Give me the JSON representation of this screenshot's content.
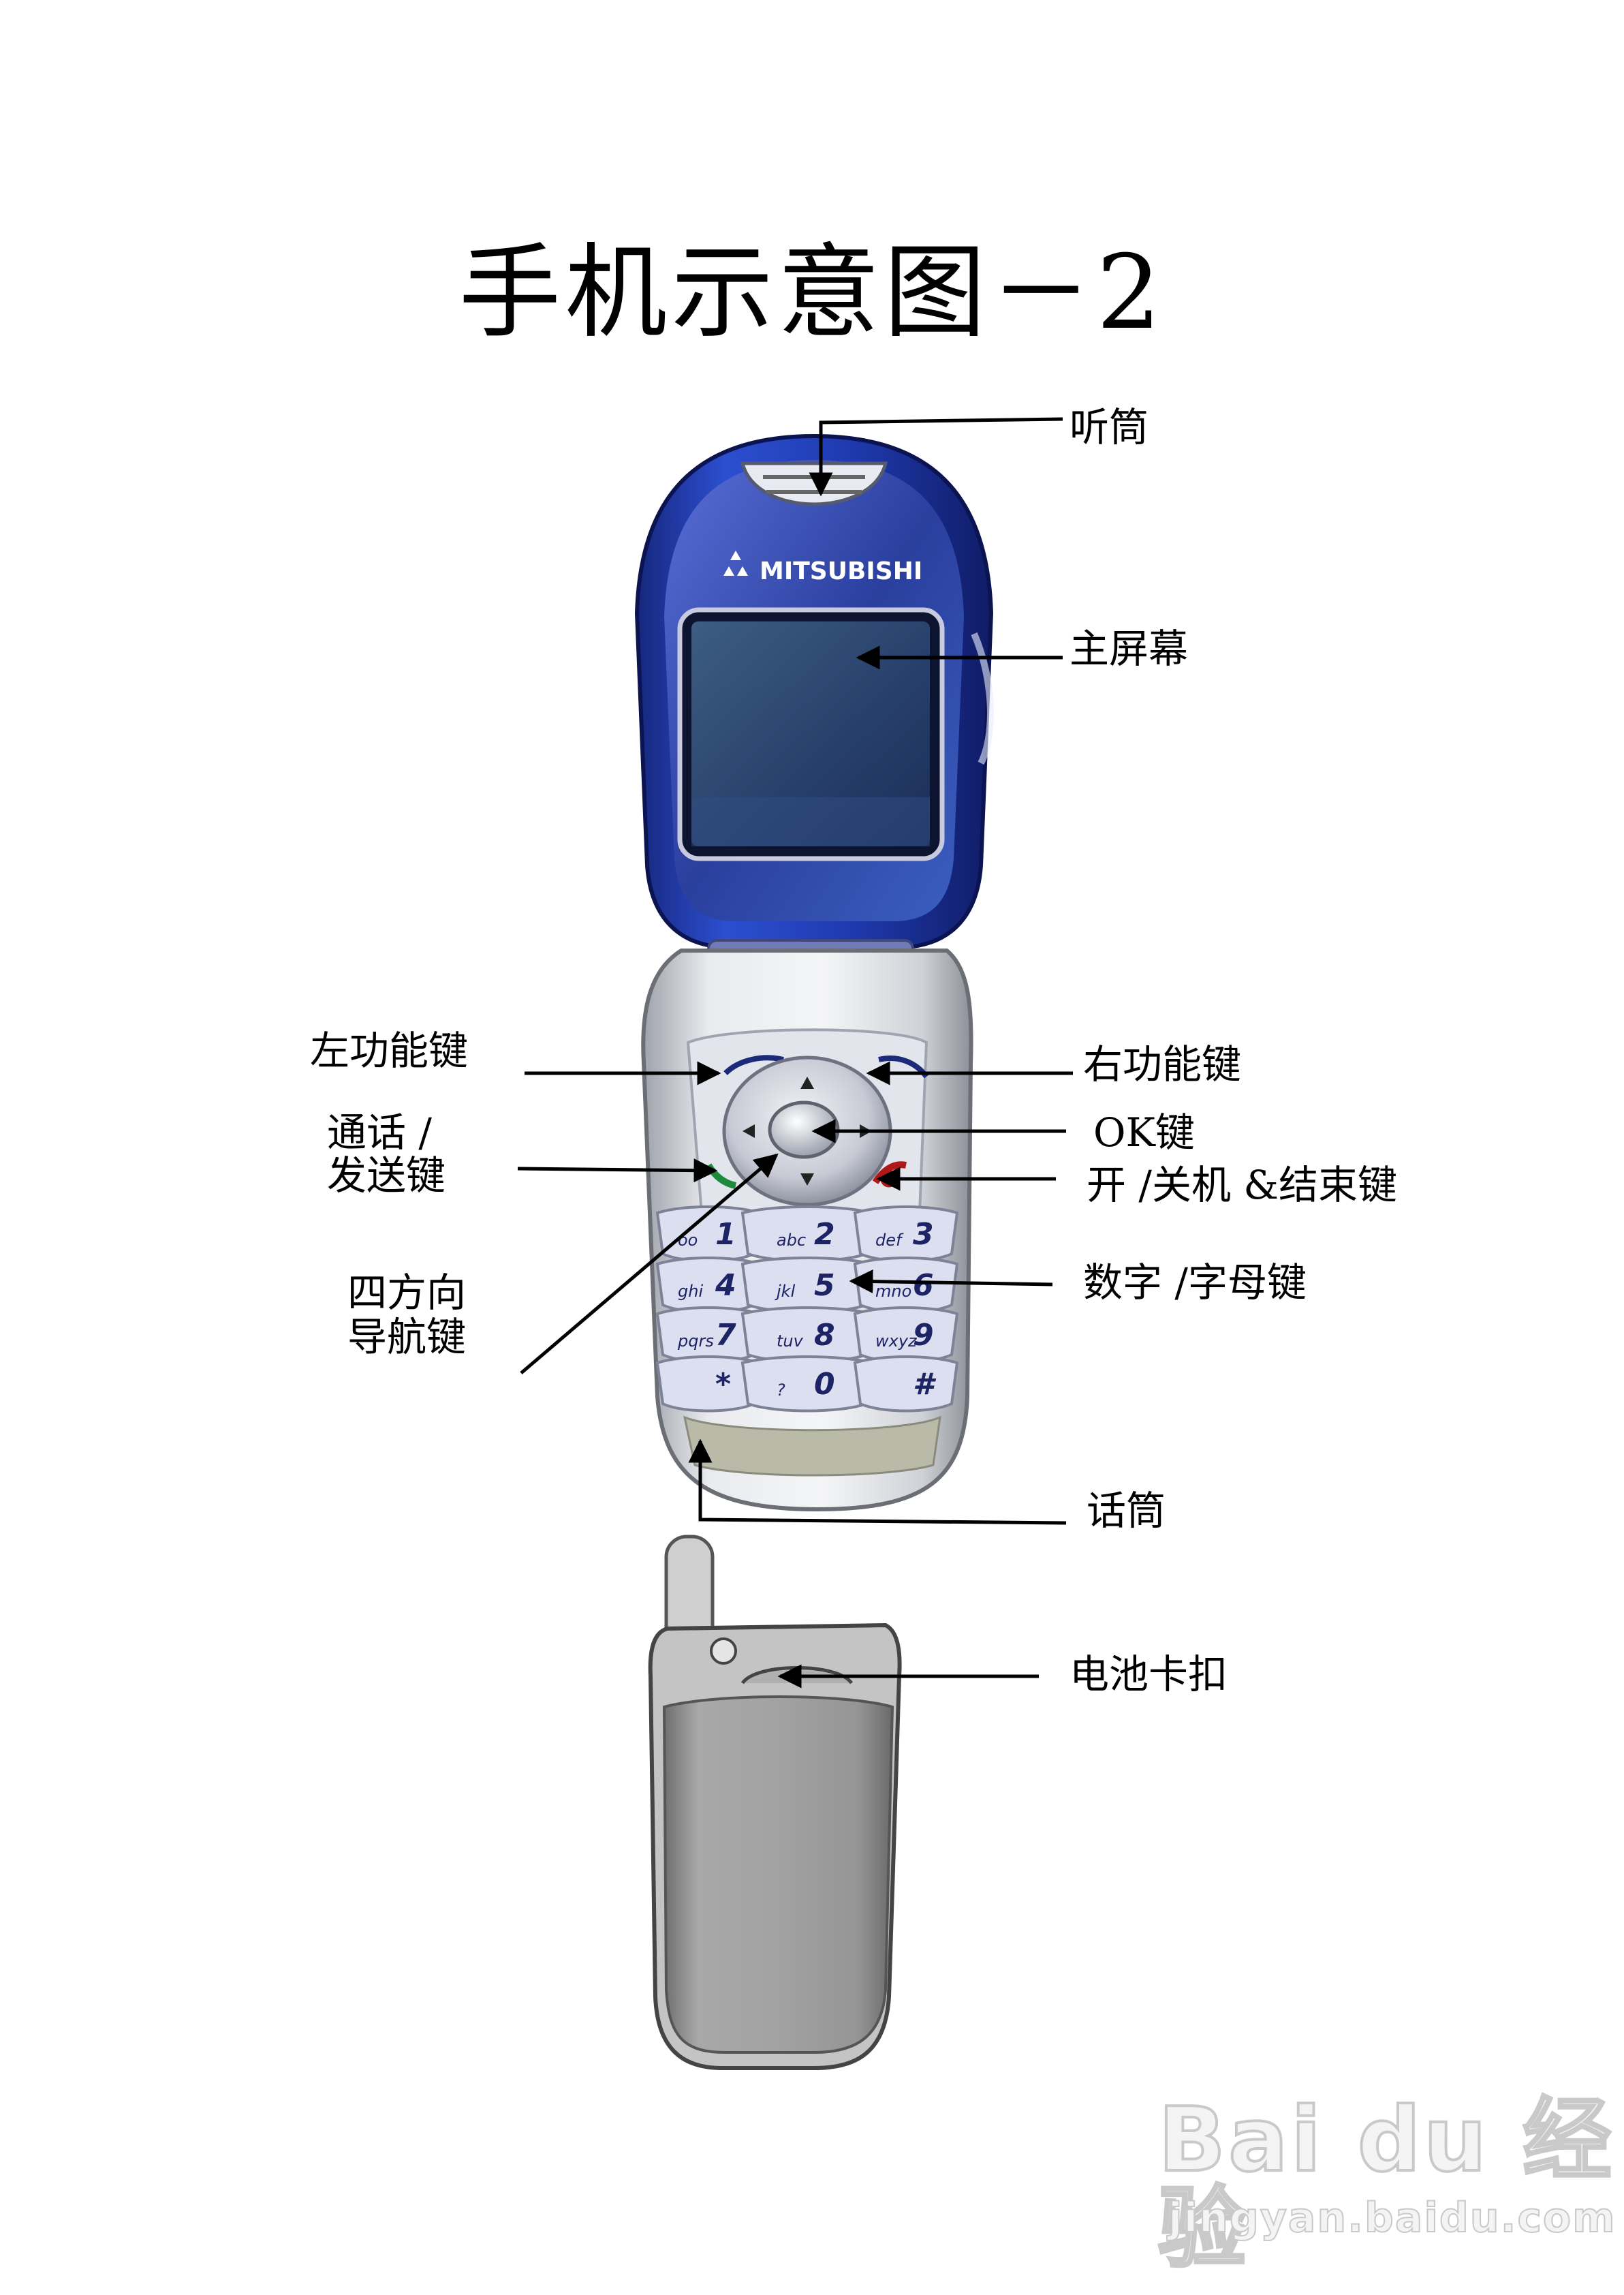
{
  "title": "手机示意图－2",
  "phone": {
    "brand": "MITSUBISHI"
  },
  "keypad": [
    {
      "digit": "1",
      "letters": "oo"
    },
    {
      "digit": "2",
      "letters": "abc"
    },
    {
      "digit": "3",
      "letters": "def"
    },
    {
      "digit": "4",
      "letters": "ghi"
    },
    {
      "digit": "5",
      "letters": "jkl"
    },
    {
      "digit": "6",
      "letters": "mno"
    },
    {
      "digit": "7",
      "letters": "pqrs"
    },
    {
      "digit": "8",
      "letters": "tuv"
    },
    {
      "digit": "9",
      "letters": "wxyz"
    },
    {
      "digit": "*",
      "letters": ""
    },
    {
      "digit": "0",
      "letters": "?"
    },
    {
      "digit": "#",
      "letters": ""
    }
  ],
  "labels": {
    "earpiece": "听筒",
    "main_screen": "主屏幕",
    "left_soft_key": "左功能键",
    "right_soft_key": "右功能键",
    "call_send_line1": "通话 /",
    "call_send_line2": "发送键",
    "ok_key": "OK键",
    "power_end_key": "开 /关机 &结束键",
    "nav_key_line1": "四方向",
    "nav_key_line2": "导航键",
    "alphanumeric_keys": "数字 /字母键",
    "microphone": "话筒",
    "battery_latch": "电池卡扣"
  },
  "watermark": {
    "line1": "Bai du 经验",
    "line2": "jingyan.baidu.com"
  },
  "colors": {
    "flip_blue": "#1f3aa8",
    "screen": "#2d4a7a",
    "body_silver": "#c9ccd2",
    "keypad_tint": "#dcdff0",
    "back_gray": "#9b9b9b"
  }
}
